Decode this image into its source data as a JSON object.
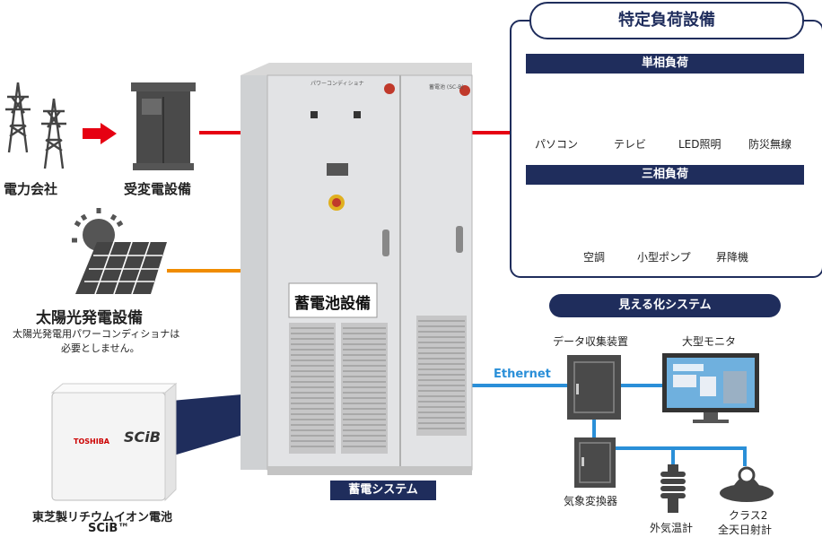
{
  "power_company": "電力会社",
  "substation": "受変電設備",
  "solar": {
    "title": "太陽光発電設備",
    "note_line1": "太陽光発電用パワーコンディショナは",
    "note_line2": "必要としません。"
  },
  "battery_cell": {
    "line1": "東芝製リチウムイオン電池",
    "line2": "SCiB™",
    "brand": "TOSHIBA",
    "logo": "SCiB"
  },
  "cabinet": {
    "panel_label": "蓄電池設備",
    "system_tag": "蓄電システム",
    "left_door_caption": "パワーコンディショナ",
    "right_door_caption": "蓄電池 (SC-B)"
  },
  "specific_load": {
    "title": "特定負荷設備",
    "single_phase": "単相負荷",
    "single_items": [
      "パソコン",
      "テレビ",
      "LED照明",
      "防災無線"
    ],
    "three_phase": "三相負荷",
    "three_items": [
      "空調",
      "小型ポンプ",
      "昇降機"
    ]
  },
  "visualization": {
    "title": "見える化システム",
    "ethernet": "Ethernet",
    "data_collector": "データ収集装置",
    "monitor": "大型モニタ",
    "weather_converter": "気象変換器",
    "thermometer": "外気温計",
    "pyranometer_line1": "クラス2",
    "pyranometer_line2": "全天日射計"
  },
  "colors": {
    "navy": "#1f2d5c",
    "ac_line": "#e60012",
    "solar_line": "#f08c00",
    "ethernet_line": "#2a8fd8"
  }
}
